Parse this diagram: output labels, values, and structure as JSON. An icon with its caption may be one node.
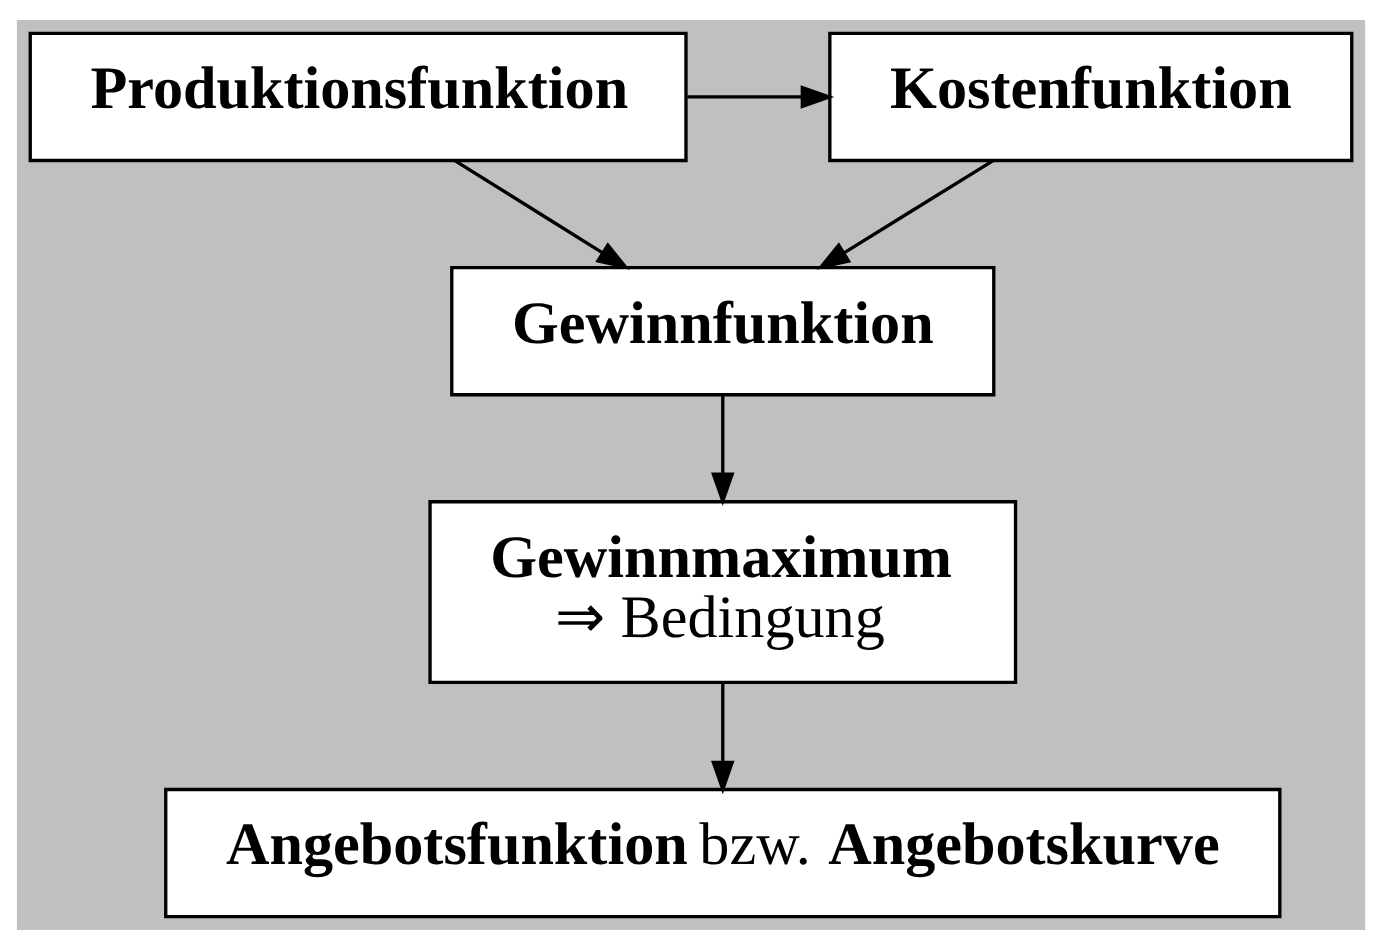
{
  "diagram": {
    "nodes": [
      {
        "text": [
          "Produktionsfunktion"
        ]
      },
      {
        "text": [
          "Kostenfunktion"
        ]
      },
      {
        "text": [
          "Gewinnfunktion"
        ]
      },
      {
        "text": [
          "Gewinnmaximum",
          "⇒ Bedingung"
        ]
      },
      {
        "text": [
          "**Angebotsfunktion** bzw. **Angebotskurve**"
        ]
      }
    ],
    "edges": [
      {
        "from": 0,
        "to": 1,
        "arrow": "to"
      },
      {
        "from": 0,
        "to": 2,
        "arrow": "to"
      },
      {
        "from": 1,
        "to": 2,
        "arrow": "to"
      },
      {
        "from": 2,
        "to": 3,
        "arrow": "to"
      },
      {
        "from": 3,
        "to": 4,
        "arrow": "to"
      }
    ]
  }
}
